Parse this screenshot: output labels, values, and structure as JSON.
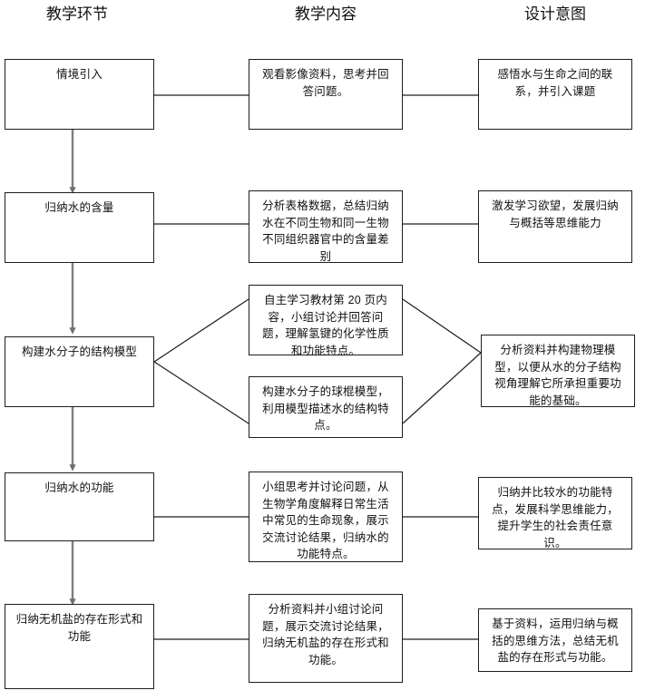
{
  "headers": [
    {
      "label": "教学环节"
    },
    {
      "label": "教学内容"
    },
    {
      "label": "设计意图"
    }
  ],
  "rows": [
    {
      "stage": "情境引入",
      "contents": [
        "观看影像资料，思考并回答问题。"
      ],
      "intent": "感悟水与生命之间的联系，并引入课题"
    },
    {
      "stage": "归纳水的含量",
      "contents": [
        "分析表格数据，总结归纳水在不同生物和同一生物不同组织器官中的含量差别"
      ],
      "intent": "激发学习欲望，发展归纳与概括等思维能力"
    },
    {
      "stage": "构建水分子的结构模型",
      "contents": [
        "自主学习教材第 20 页内容，小组讨论并回答问题，理解氢键的化学性质和功能特点。",
        "构建水分子的球棍模型，利用模型描述水的结构特点。"
      ],
      "intent": "分析资料并构建物理模型，以便从水的分子结构视角理解它所承担重要功能的基础。"
    },
    {
      "stage": "归纳水的功能",
      "contents": [
        "小组思考并讨论问题，从生物学角度解释日常生活中常见的生命现象，展示交流讨论结果，归纳水的功能特点。"
      ],
      "intent": "归纳并比较水的功能特点，发展科学思维能力，提升学生的社会责任意识。"
    },
    {
      "stage": "归纳无机盐的存在形式和功能",
      "contents": [
        "分析资料并小组讨论问题，展示交流讨论结果，归纳无机盐的存在形式和功能。"
      ],
      "intent": "基于资料，运用归纳与概括的思维方法，总结无机盐的存在形式与功能。"
    }
  ],
  "colors": {
    "box_border": "#1d1d1d",
    "connector": "#1d1d1d",
    "flow_arrow": "#7d7d7d",
    "background": "#ffffff",
    "text": "#111111"
  }
}
